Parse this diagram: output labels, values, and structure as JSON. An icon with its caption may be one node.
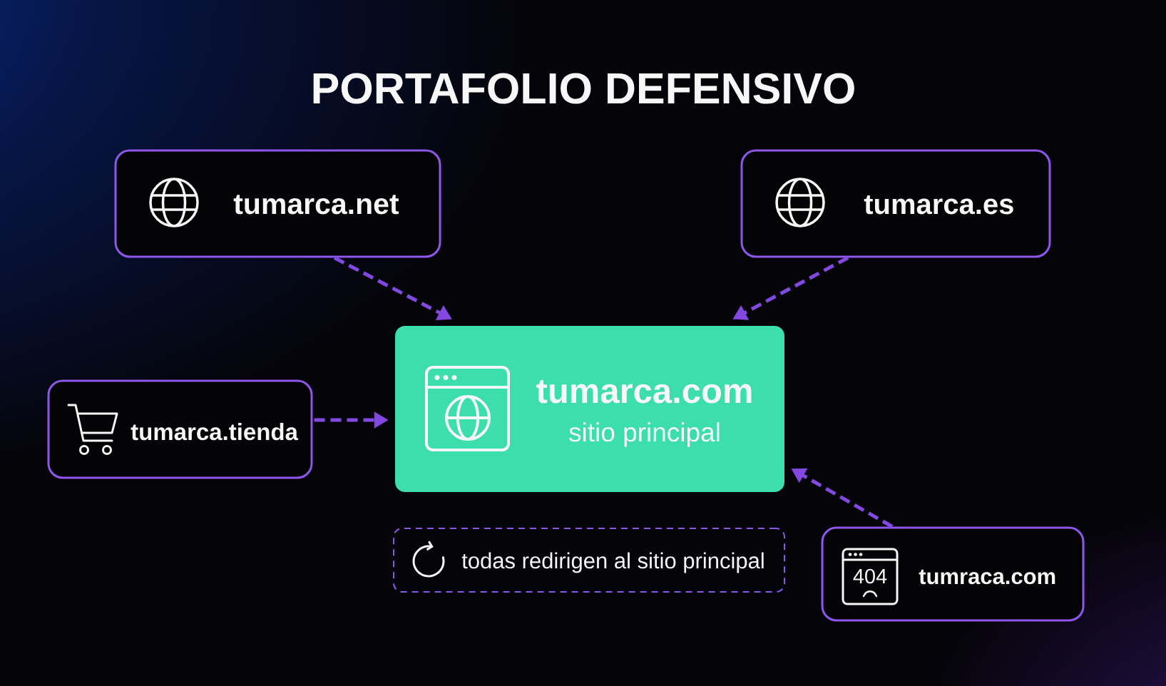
{
  "diagram": {
    "title": "PORTAFOLIO DEFENSIVO",
    "nodes": [
      {
        "text": [
          "tumarca.net"
        ]
      },
      {
        "text": [
          "tumarca.es"
        ]
      },
      {
        "text": [
          "tumarca.tienda"
        ]
      },
      {
        "text": [
          "tumarca.com",
          "sitio principal"
        ]
      },
      {
        "text": [
          "todas redirigen al sitio principal"
        ]
      },
      {
        "text": [
          "404",
          "tumraca.com"
        ]
      }
    ],
    "edges": [
      {
        "from": 0,
        "to": 3,
        "arrow": "to",
        "style": "dashed"
      },
      {
        "from": 1,
        "to": 3,
        "arrow": "to",
        "style": "dashed"
      },
      {
        "from": 2,
        "to": 3,
        "arrow": "to",
        "style": "dashed"
      },
      {
        "from": 5,
        "to": 3,
        "arrow": "to",
        "style": "dashed"
      }
    ]
  }
}
